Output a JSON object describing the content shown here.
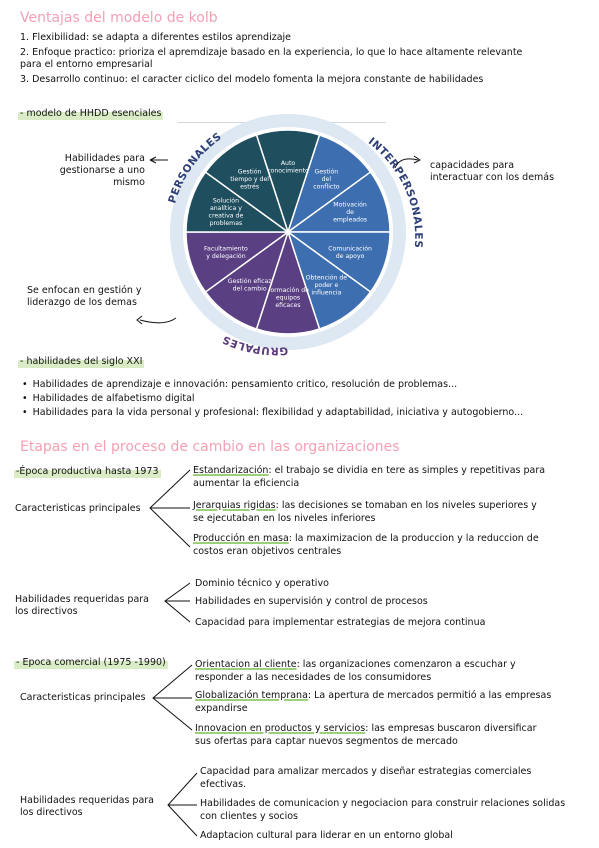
{
  "sec1": {
    "title": "Ventajas del modelo de kolb",
    "l1": "1. Flexibilidad: se adapta a diferentes estilos aprendizaje",
    "l2": "2. Enfoque practico: prioriza el apremdizaje basado en la experiencia, lo que lo hace altamente relevante",
    "l3": "para el entorno empresarial",
    "l4": "3. Desarrollo continuo: el caracter ciclico del modelo fomenta la mejora constante de habilidades"
  },
  "hhdd": {
    "heading": "- modelo de HHDD esenciales",
    "wheel": {
      "label_personales": "PERSONALES",
      "label_interpersonales": "INTERPERSONALES",
      "label_grupales": "GRUPALES",
      "segments": [
        {
          "group": "personales",
          "text": [
            "Auto",
            "conocimiento"
          ]
        },
        {
          "group": "interpersonales",
          "text": [
            "Gestión",
            "del",
            "conflicto"
          ]
        },
        {
          "group": "interpersonales",
          "text": [
            "Motivación",
            "de",
            "empleados"
          ]
        },
        {
          "group": "interpersonales",
          "text": [
            "Comunicación",
            "de apoyo"
          ]
        },
        {
          "group": "interpersonales",
          "text": [
            "Obtención de",
            "poder e",
            "influencia"
          ]
        },
        {
          "group": "grupales",
          "text": [
            "Formación de",
            "equipos",
            "eficaces"
          ]
        },
        {
          "group": "grupales",
          "text": [
            "Gestión eficaz",
            "del cambio"
          ]
        },
        {
          "group": "grupales",
          "text": [
            "Facultamiento",
            "y delegación"
          ]
        },
        {
          "group": "personales",
          "text": [
            "Solución",
            "analítica y",
            "creativa de",
            "problemas"
          ]
        },
        {
          "group": "personales",
          "text": [
            "Gestión",
            "tiempo y del",
            "estrés"
          ]
        }
      ]
    },
    "note_left1": [
      "Habilidades para",
      "gestionarse a uno",
      "mismo"
    ],
    "note_right": [
      "capacidades para",
      "interactuar con los demás"
    ],
    "note_left2": [
      "Se enfocan en gestión y",
      "liderazgo de los demas"
    ]
  },
  "siglo": {
    "heading": "- habilidades del siglo XXI",
    "b1": "Habilidades de aprendizaje e innovación: pensamiento critico, resolución de problemas...",
    "b2": "Habilidades de alfabetismo digital",
    "b3": "Habilidades para la vida personal y profesional: flexibilidad y adaptabilidad, iniciativa y autogobierno..."
  },
  "etapas": {
    "title": "Etapas en el proceso de cambio en las organizaciones",
    "productiva": {
      "heading": "-Época productiva hasta 1973",
      "car_label": "Caracteristicas principales",
      "c1_key": "Estandarización",
      "c1_rest": ": el trabajo se dividia en tere as simples y repetitivas para",
      "c1_l2": "aumentar la eficiencia",
      "c2_key": "Jerarquias rigidas",
      "c2_rest": ": las decisiones se tomaban en los niveles superiores y",
      "c2_l2": "se ejecutaban en los niveles inferiores",
      "c3_key": "Producción en masa",
      "c3_rest": ": la maximizacion de la produccion y la reduccion de",
      "c3_l2": "costos eran objetivos centrales",
      "hab_label_l1": "Habilidades requeridas para",
      "hab_label_l2": "los directivos",
      "h1": "Dominio técnico y operativo",
      "h2": "Habilidades en supervisión y control de procesos",
      "h3": "Capacidad para implementar estrategias de mejora continua"
    },
    "comercial": {
      "heading": "- Epoca comercial (1975 -1990)",
      "car_label": "Caracteristicas principales",
      "c1_key": "Orientacion al cliente",
      "c1_rest": ": las organizaciones comenzaron a escuchar y",
      "c1_l2": "responder a las necesidades de los consumidores",
      "c2_key": "Globalización temprana",
      "c2_rest": ": La apertura de mercados permitió a las empresas",
      "c2_l2": "expandirse",
      "c3_key": "Innovacion en productos y servicios",
      "c3_rest": ": las empresas buscaron diversificar",
      "c3_l2": "sus ofertas para captar nuevos segmentos de mercado",
      "hab_label_l1": "Habilidades requeridas para",
      "hab_label_l2": "los directivos",
      "h1_l1": "Capacidad para amalizar mercados y diseñar estrategias comerciales",
      "h1_l2": "efectivas.",
      "h2_l1": "Habilidades de comunicacion y negociacion para construir relaciones solidas",
      "h2_l2": "con clientes y socios",
      "h3": "Adaptacion cultural para liderar en un entorno global"
    }
  }
}
